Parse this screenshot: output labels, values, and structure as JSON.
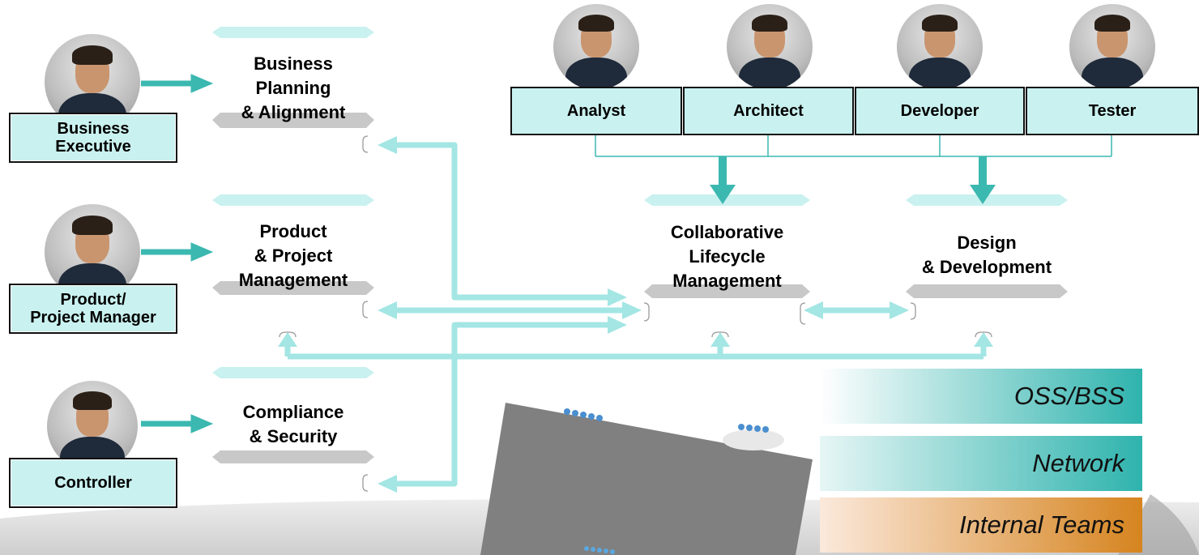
{
  "roles": [
    {
      "label_line1": "Business",
      "label_line2": "Executive",
      "avatar": "business-executive-photo"
    },
    {
      "label_line1": "Product/",
      "label_line2": "Project Manager",
      "avatar": "product-manager-photo"
    },
    {
      "label_line1": "Controller",
      "label_line2": "",
      "avatar": "controller-photo"
    }
  ],
  "nodes": {
    "business_planning": [
      "Business",
      "Planning",
      "& Alignment"
    ],
    "product_project": [
      "Product",
      "& Project",
      "Management"
    ],
    "compliance": [
      "Compliance",
      "& Security"
    ],
    "clm": [
      "Collaborative",
      "Lifecycle",
      "Management"
    ],
    "design_dev": [
      "Design",
      "& Development"
    ]
  },
  "team": [
    "Analyst",
    "Architect",
    "Developer",
    "Tester"
  ],
  "bands": [
    "OSS/BSS",
    "Network",
    "Internal Teams"
  ],
  "colors": {
    "accent_teal": "#3bb8b0",
    "connector_light": "#a3e6e4",
    "box_fill": "#c9f1ef",
    "node_gray": "#c8c8c8",
    "band_teal": "#2fb3ad",
    "band_orange": "#d6841f"
  }
}
